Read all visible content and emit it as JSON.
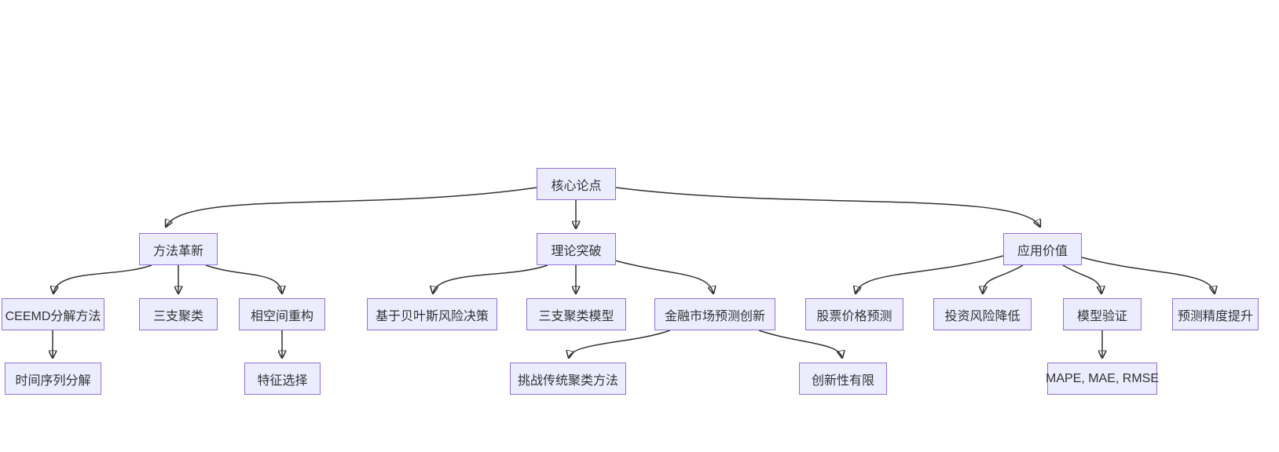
{
  "diagram": {
    "type": "flowchart",
    "direction": "top-down",
    "colors": {
      "background": "#ffffff",
      "node_fill": "#ECECFF",
      "node_border": "#9370DB",
      "edge": "#333333",
      "text": "#333333"
    },
    "nodes": [
      {
        "id": "core-thesis",
        "label": "核心论点"
      },
      {
        "id": "method-innovation",
        "label": "方法革新"
      },
      {
        "id": "theoretical-breakthrough",
        "label": "理论突破"
      },
      {
        "id": "application-value",
        "label": "应用价值"
      },
      {
        "id": "ceemd-decomposition",
        "label": "CEEMD分解方法"
      },
      {
        "id": "three-way-clustering",
        "label": "三支聚类"
      },
      {
        "id": "phase-space-reconstruction",
        "label": "相空间重构"
      },
      {
        "id": "bayesian-risk-decision",
        "label": "基于贝叶斯风险决策"
      },
      {
        "id": "three-way-clustering-model",
        "label": "三支聚类模型"
      },
      {
        "id": "financial-forecast-innovation",
        "label": "金融市场预测创新"
      },
      {
        "id": "stock-price-prediction",
        "label": "股票价格预测"
      },
      {
        "id": "investment-risk-reduction",
        "label": "投资风险降低"
      },
      {
        "id": "model-validation",
        "label": "模型验证"
      },
      {
        "id": "prediction-accuracy-improvement",
        "label": "预测精度提升"
      },
      {
        "id": "time-series-decomposition",
        "label": "时间序列分解"
      },
      {
        "id": "feature-selection",
        "label": "特征选择"
      },
      {
        "id": "challenge-traditional-clustering",
        "label": "挑战传统聚类方法"
      },
      {
        "id": "limited-novelty",
        "label": "创新性有限"
      },
      {
        "id": "evaluation-metrics",
        "label": "MAPE, MAE, RMSE"
      }
    ],
    "edges": [
      [
        "core-thesis",
        "method-innovation"
      ],
      [
        "core-thesis",
        "theoretical-breakthrough"
      ],
      [
        "core-thesis",
        "application-value"
      ],
      [
        "method-innovation",
        "ceemd-decomposition"
      ],
      [
        "method-innovation",
        "three-way-clustering"
      ],
      [
        "method-innovation",
        "phase-space-reconstruction"
      ],
      [
        "ceemd-decomposition",
        "time-series-decomposition"
      ],
      [
        "phase-space-reconstruction",
        "feature-selection"
      ],
      [
        "theoretical-breakthrough",
        "bayesian-risk-decision"
      ],
      [
        "theoretical-breakthrough",
        "three-way-clustering-model"
      ],
      [
        "theoretical-breakthrough",
        "financial-forecast-innovation"
      ],
      [
        "financial-forecast-innovation",
        "challenge-traditional-clustering"
      ],
      [
        "financial-forecast-innovation",
        "limited-novelty"
      ],
      [
        "application-value",
        "stock-price-prediction"
      ],
      [
        "application-value",
        "investment-risk-reduction"
      ],
      [
        "application-value",
        "model-validation"
      ],
      [
        "application-value",
        "prediction-accuracy-improvement"
      ],
      [
        "model-validation",
        "evaluation-metrics"
      ]
    ]
  }
}
